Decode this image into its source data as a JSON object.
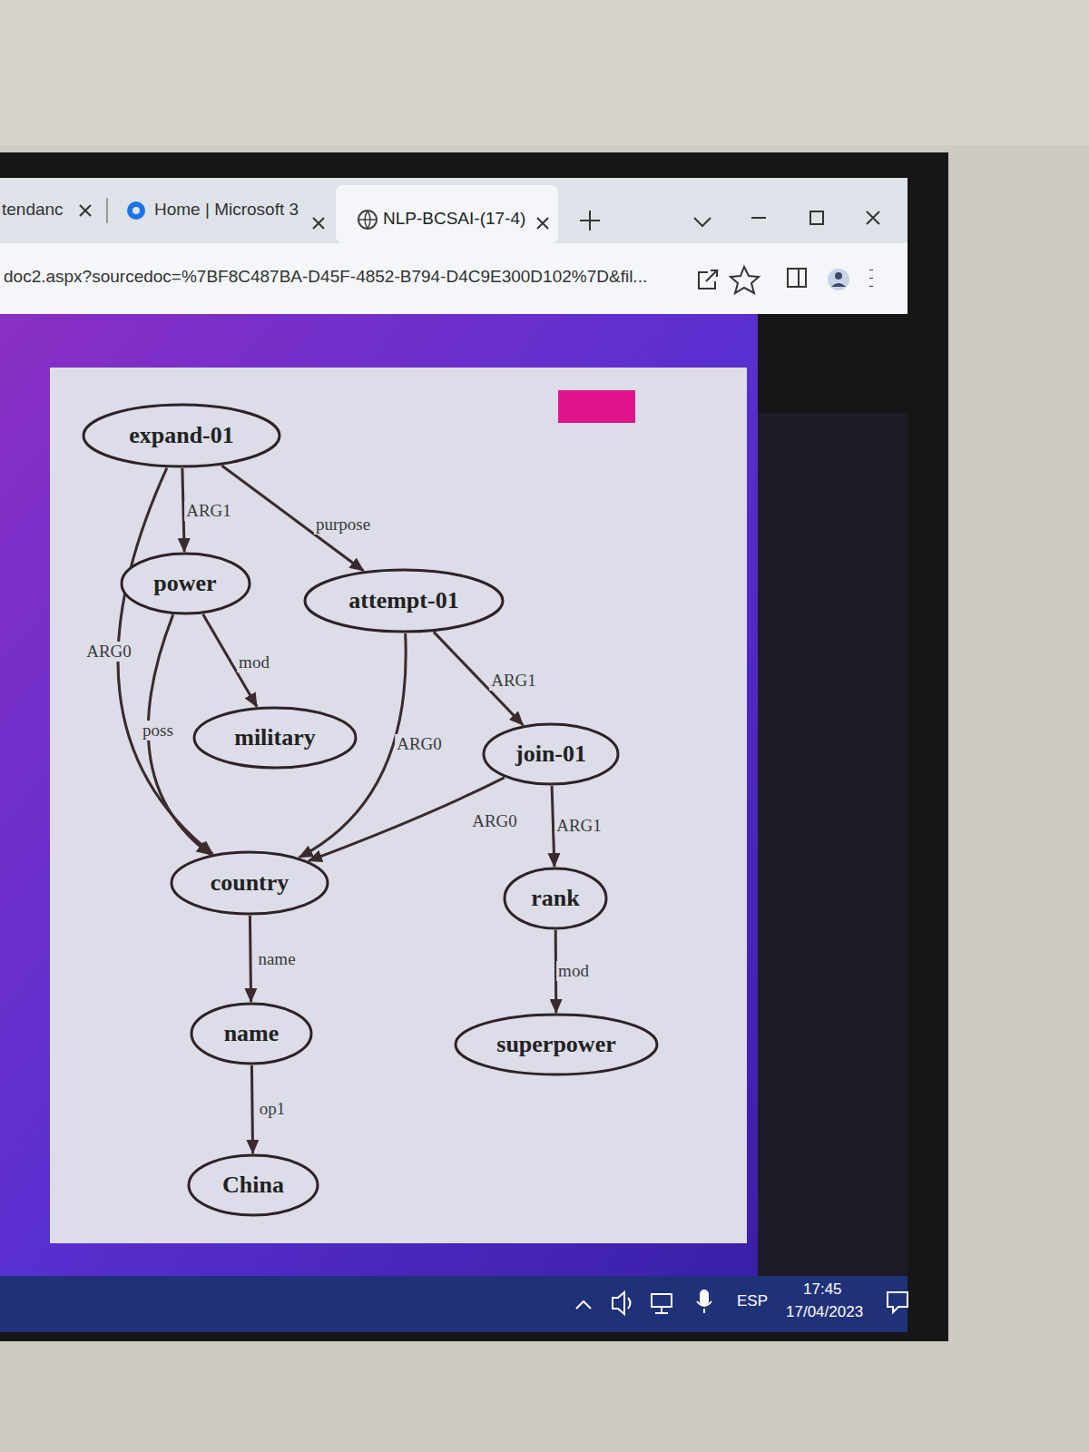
{
  "diagram": {
    "nodes": [
      {
        "text": [
          "expand-01"
        ]
      },
      {
        "text": [
          "power"
        ]
      },
      {
        "text": [
          "attempt-01"
        ]
      },
      {
        "text": [
          "military"
        ]
      },
      {
        "text": [
          "join-01"
        ]
      },
      {
        "text": [
          "country"
        ]
      },
      {
        "text": [
          "rank"
        ]
      },
      {
        "text": [
          "name"
        ]
      },
      {
        "text": [
          "superpower"
        ]
      },
      {
        "text": [
          "China"
        ]
      }
    ],
    "edges": [
      {
        "from": 0,
        "to": 1,
        "label": "ARG1",
        "arrow": "to"
      },
      {
        "from": 0,
        "to": 2,
        "label": "purpose",
        "arrow": "to"
      },
      {
        "from": 0,
        "to": 5,
        "label": "ARG0",
        "arrow": "to"
      },
      {
        "from": 1,
        "to": 3,
        "label": "mod",
        "arrow": "to"
      },
      {
        "from": 1,
        "to": 5,
        "label": "poss",
        "arrow": "to"
      },
      {
        "from": 2,
        "to": 5,
        "label": "ARG0",
        "arrow": "to"
      },
      {
        "from": 2,
        "to": 4,
        "label": "ARG1",
        "arrow": "to"
      },
      {
        "from": 4,
        "to": 5,
        "label": "ARG0",
        "arrow": "to"
      },
      {
        "from": 4,
        "to": 6,
        "label": "ARG1",
        "arrow": "to"
      },
      {
        "from": 6,
        "to": 8,
        "label": "mod",
        "arrow": "to"
      },
      {
        "from": 5,
        "to": 7,
        "label": "name",
        "arrow": "to"
      },
      {
        "from": 7,
        "to": 9,
        "label": "op1",
        "arrow": "to"
      }
    ],
    "labels": [
      "tendanc",
      "Home | Microsoft 3",
      "NLP-BCSAI-(17-4)",
      "doc2.aspx?sourcedoc=%7BF8C487BA-D45F-4852-B794-D4C9E300D102%7D&fil...",
      "ESP",
      "17:45",
      "17/04/2023"
    ]
  }
}
